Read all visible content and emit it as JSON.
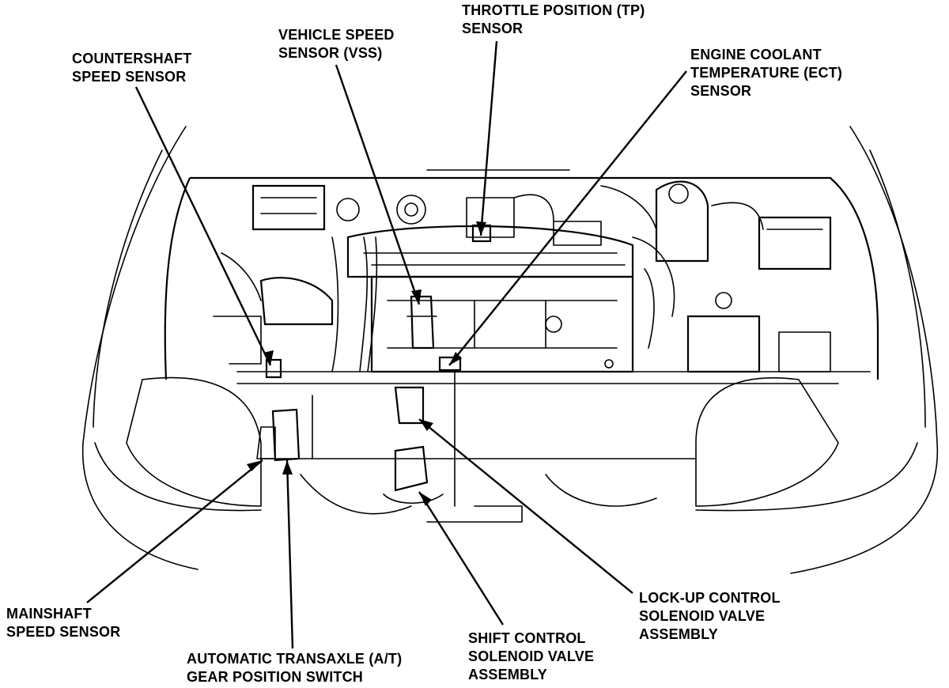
{
  "labels": {
    "throttle": [
      "THROTTLE POSITION (TP)",
      "SENSOR"
    ],
    "vss": [
      "VEHICLE SPEED",
      "SENSOR (VSS)"
    ],
    "countershaft": [
      "COUNTERSHAFT",
      "SPEED SENSOR"
    ],
    "ect": [
      "ENGINE COOLANT",
      "TEMPERATURE (ECT)",
      "SENSOR"
    ],
    "mainshaft": [
      "MAINSHAFT",
      "SPEED SENSOR"
    ],
    "gear_switch": [
      "AUTOMATIC TRANSAXLE (A/T)",
      "GEAR POSITION SWITCH"
    ],
    "shift_control": [
      "SHIFT CONTROL",
      "SOLENOID VALVE",
      "ASSEMBLY"
    ],
    "lockup": [
      "LOCK-UP CONTROL",
      "SOLENOID VALVE",
      "ASSEMBLY"
    ]
  }
}
